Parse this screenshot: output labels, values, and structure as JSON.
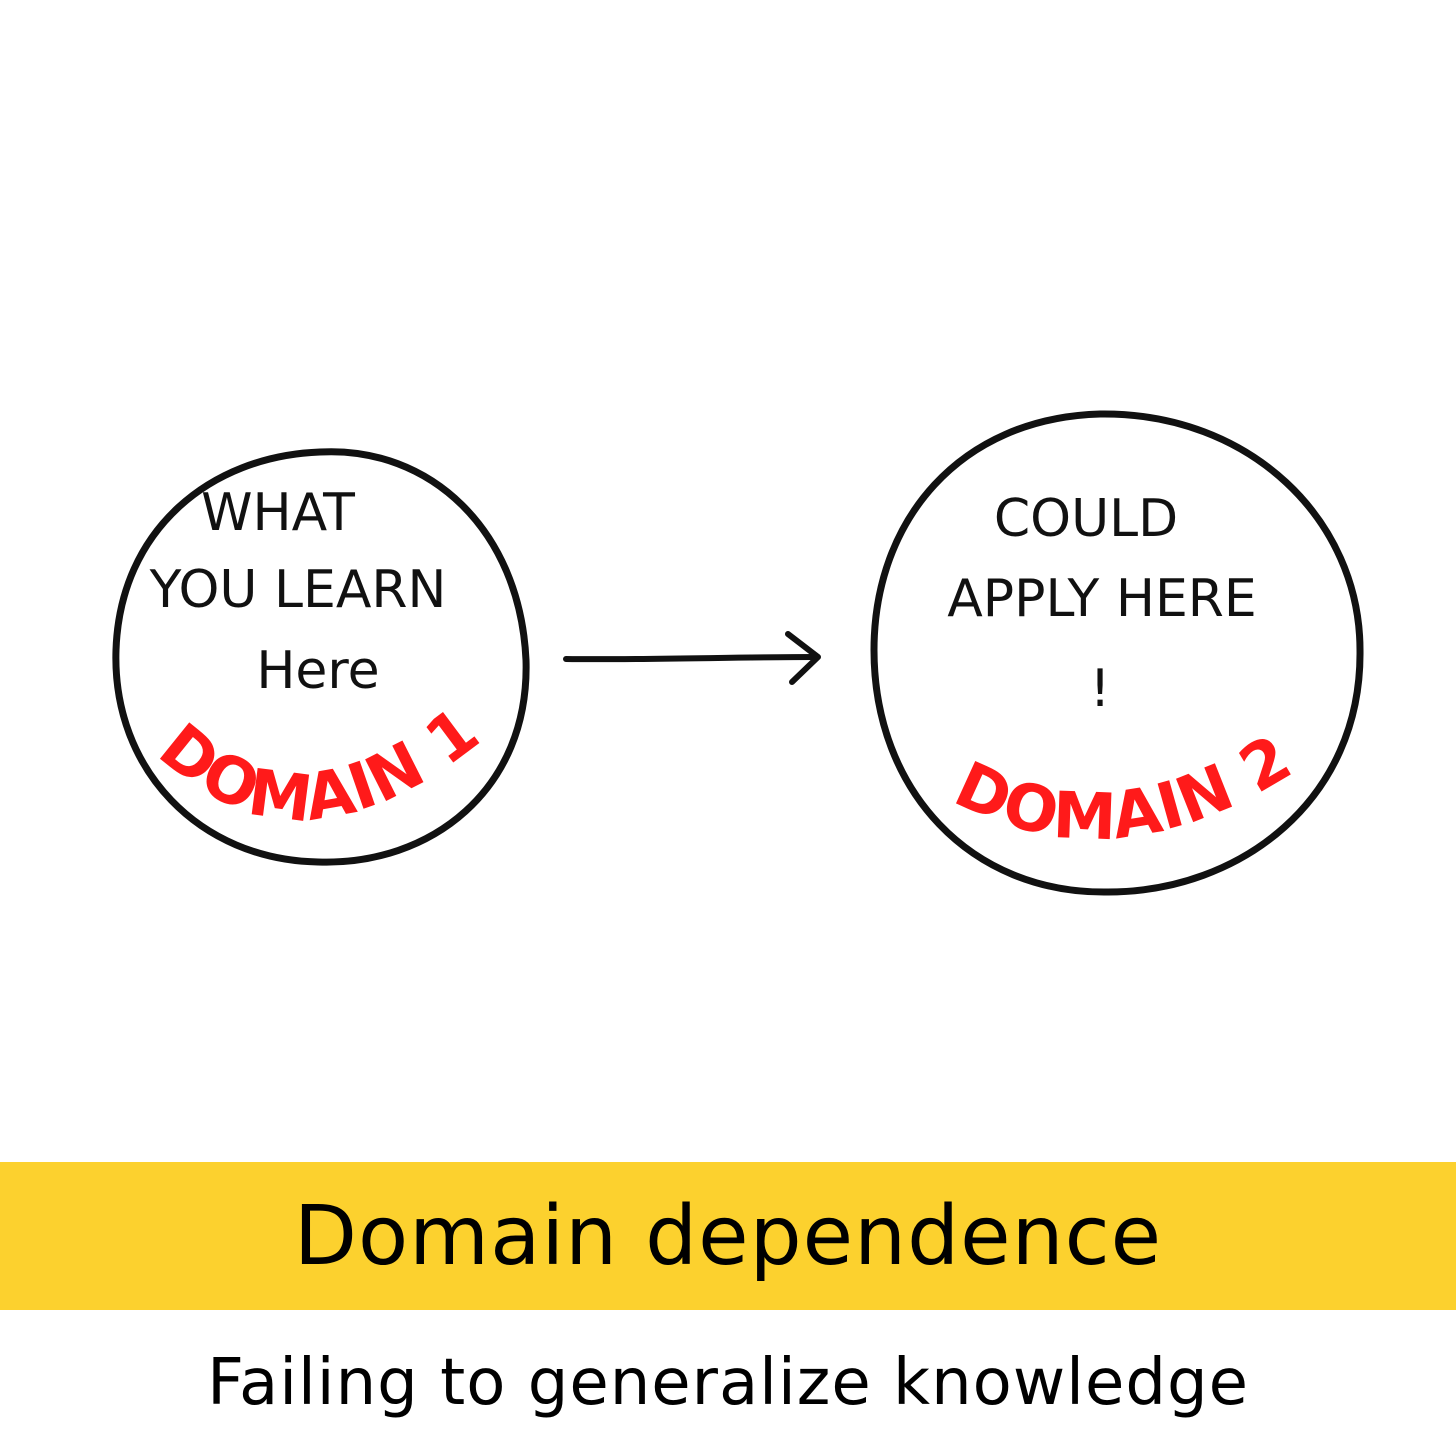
{
  "diagram": {
    "circle_left": {
      "line1": "WHAT",
      "line2": "YOU LEARN",
      "line3": "Here",
      "domain_label": "DOMAIN 1"
    },
    "circle_right": {
      "line1": "COULD",
      "line2": "APPLY HERE",
      "line3": "!",
      "domain_label": "DOMAIN 2"
    }
  },
  "caption": {
    "title": "Domain dependence",
    "subtitle": "Failing to generalize knowledge"
  },
  "colors": {
    "ink": "#111111",
    "domain_red": "#ff1a1a",
    "band_yellow": "#fcd12e",
    "background": "#ffffff"
  }
}
